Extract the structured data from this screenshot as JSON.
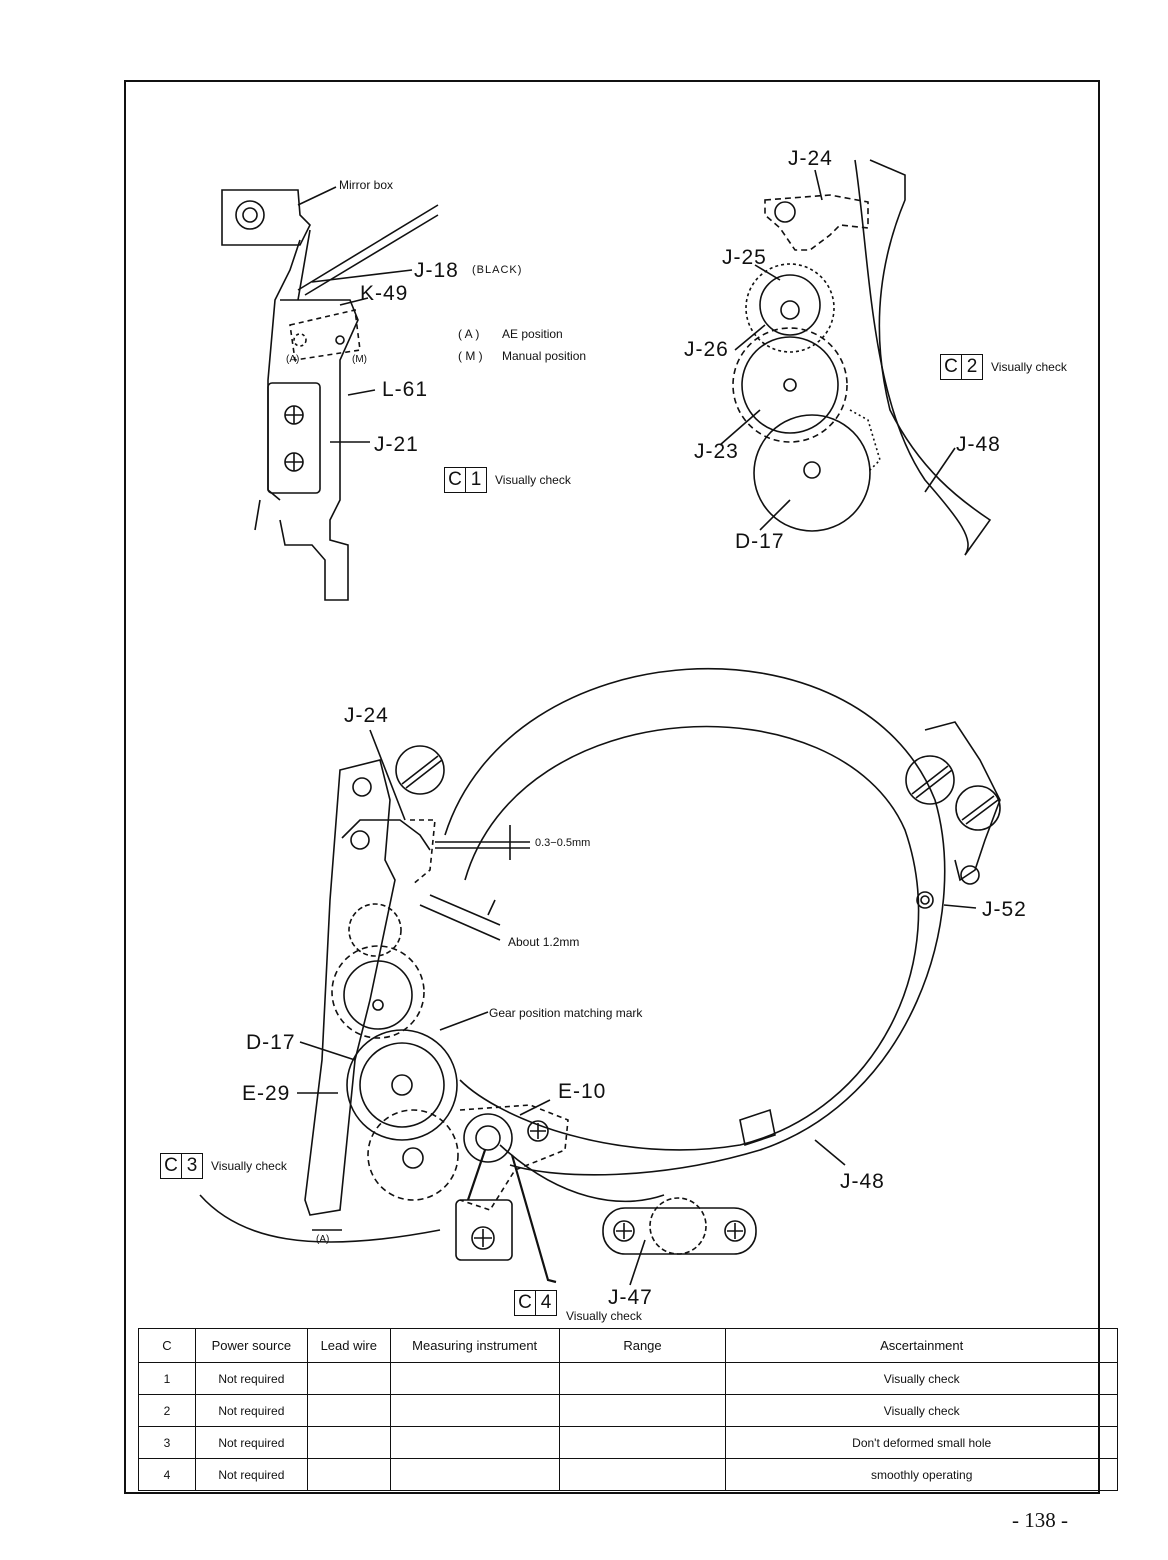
{
  "diagram1": {
    "mirror_box": "Mirror box",
    "j18": "J-18",
    "j18_note": "(BLACK)",
    "k49": "K-49",
    "l61": "L-61",
    "j21": "J-21",
    "pos_a": "(A)",
    "pos_m": "(M)",
    "legend_a_key": "( A )",
    "legend_a_text": "AE position",
    "legend_m_key": "( M )",
    "legend_m_text": "Manual position",
    "c_label": "C",
    "c_number": "1",
    "c_text": "Visually check"
  },
  "diagram2": {
    "j24": "J-24",
    "j25": "J-25",
    "j26": "J-26",
    "j23": "J-23",
    "d17": "D-17",
    "j48": "J-48",
    "c_label": "C",
    "c_number": "2",
    "c_text": "Visually check"
  },
  "diagram3": {
    "j24": "J-24",
    "gap": "0.3−0.5mm",
    "about": "About 1.2mm",
    "gear_mark": "Gear position matching mark",
    "d17": "D-17",
    "e29": "E-29",
    "e10": "E-10",
    "j52": "J-52",
    "j48": "J-48",
    "j47": "J-47",
    "pos_a": "(A)",
    "c3_label": "C",
    "c3_number": "3",
    "c3_text": "Visually check",
    "c4_label": "C",
    "c4_number": "4",
    "c4_text": "Visually check"
  },
  "table": {
    "headers": [
      "C",
      "Power source",
      "Lead wire",
      "Measuring instrument",
      "Range",
      "Ascertainment"
    ],
    "rows": [
      [
        "1",
        "Not required",
        "",
        "",
        "",
        "Visually check"
      ],
      [
        "2",
        "Not required",
        "",
        "",
        "",
        "Visually check"
      ],
      [
        "3",
        "Not required",
        "",
        "",
        "",
        "Don't deformed small hole"
      ],
      [
        "4",
        "Not required",
        "",
        "",
        "",
        "smoothly operating"
      ]
    ]
  },
  "page_number": "- 138 -"
}
